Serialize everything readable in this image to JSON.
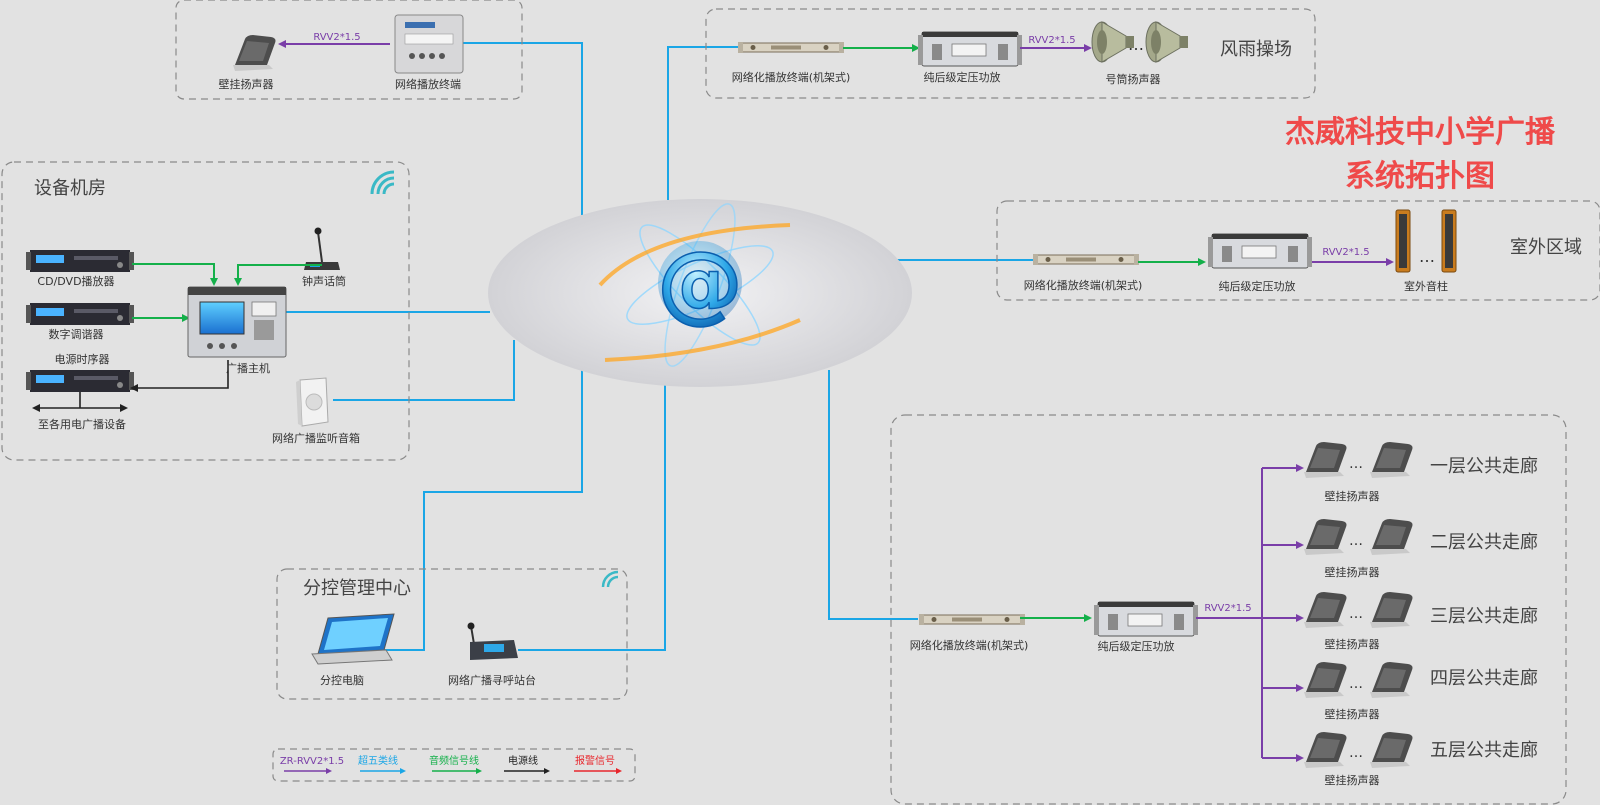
{
  "title_line1": "杰威科技中小学广播",
  "title_line2": "系统拓扑图",
  "zones": {
    "equipment_room": "设备机房",
    "sub_control": "分控管理中心",
    "rain_playground": "风雨操场",
    "outdoor": "室外区域",
    "floor1": "一层公共走廊",
    "floor2": "二层公共走廊",
    "floor3": "三层公共走廊",
    "floor4": "四层公共走廊",
    "floor5": "五层公共走廊"
  },
  "devices": {
    "wall_speaker": "壁挂扬声器",
    "network_terminal": "网络播放终端",
    "rack_terminal": "网络化播放终端(机架式)",
    "pure_amp": "纯后级定压功放",
    "horn_speaker": "号筒扬声器",
    "outdoor_column": "室外音柱",
    "cd_dvd": "CD/DVD播放器",
    "digital_tuner": "数字调谐器",
    "power_sequencer": "电源时序器",
    "backup_power": "至各用电广播设备",
    "bell_mic": "钟声话筒",
    "broadcast_host": "广播主机",
    "monitor_speaker": "网络广播监听音箱",
    "control_pc": "分控电脑",
    "paging_station": "网络广播寻呼站台"
  },
  "cable_labels": {
    "rvv": "RVV2*1.5",
    "ellipsis": "…"
  },
  "legend": {
    "zr_rvv": "ZR-RVV2*1.5",
    "cat5": "超五类线",
    "audio": "音频信号线",
    "power": "电源线",
    "alarm": "报警信号"
  },
  "center_symbol": "@",
  "colors": {
    "network": "#1aa6e6",
    "audio": "#14b04a",
    "speaker_cable": "#7a3ea8",
    "power": "#222222",
    "alarm": "#e8262c",
    "title": "#ef4a4a"
  }
}
